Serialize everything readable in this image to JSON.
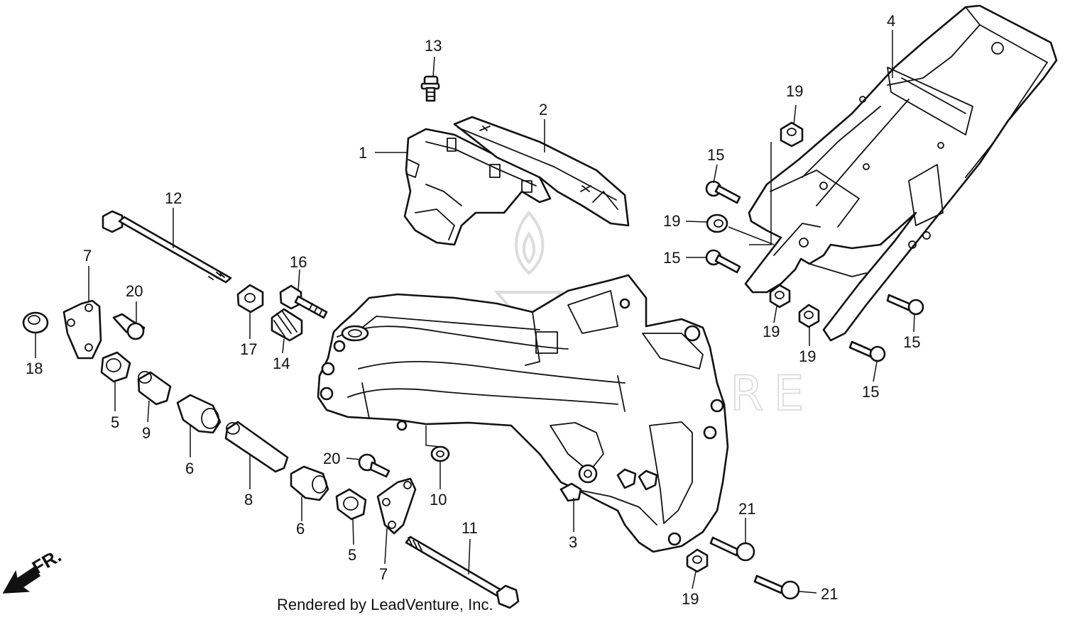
{
  "watermark": "LEADVENTURE",
  "direction_label": "FR.",
  "credit": "Rendered by LeadVenture, Inc.",
  "callouts": [
    {
      "id": "c1",
      "label": "1"
    },
    {
      "id": "c2",
      "label": "2"
    },
    {
      "id": "c3",
      "label": "3"
    },
    {
      "id": "c4",
      "label": "4"
    },
    {
      "id": "c5a",
      "label": "5"
    },
    {
      "id": "c5b",
      "label": "5"
    },
    {
      "id": "c6a",
      "label": "6"
    },
    {
      "id": "c6b",
      "label": "6"
    },
    {
      "id": "c7a",
      "label": "7"
    },
    {
      "id": "c7b",
      "label": "7"
    },
    {
      "id": "c8",
      "label": "8"
    },
    {
      "id": "c9",
      "label": "9"
    },
    {
      "id": "c10",
      "label": "10"
    },
    {
      "id": "c11",
      "label": "11"
    },
    {
      "id": "c12",
      "label": "12"
    },
    {
      "id": "c13",
      "label": "13"
    },
    {
      "id": "c14",
      "label": "14"
    },
    {
      "id": "c15a",
      "label": "15"
    },
    {
      "id": "c15b",
      "label": "15"
    },
    {
      "id": "c15c",
      "label": "15"
    },
    {
      "id": "c15d",
      "label": "15"
    },
    {
      "id": "c16",
      "label": "16"
    },
    {
      "id": "c17",
      "label": "17"
    },
    {
      "id": "c18",
      "label": "18"
    },
    {
      "id": "c19a",
      "label": "19"
    },
    {
      "id": "c19b",
      "label": "19"
    },
    {
      "id": "c19c",
      "label": "19"
    },
    {
      "id": "c19d",
      "label": "19"
    },
    {
      "id": "c19e",
      "label": "19"
    },
    {
      "id": "c20a",
      "label": "20"
    },
    {
      "id": "c20b",
      "label": "20"
    },
    {
      "id": "c21a",
      "label": "21"
    },
    {
      "id": "c21b",
      "label": "21"
    }
  ]
}
